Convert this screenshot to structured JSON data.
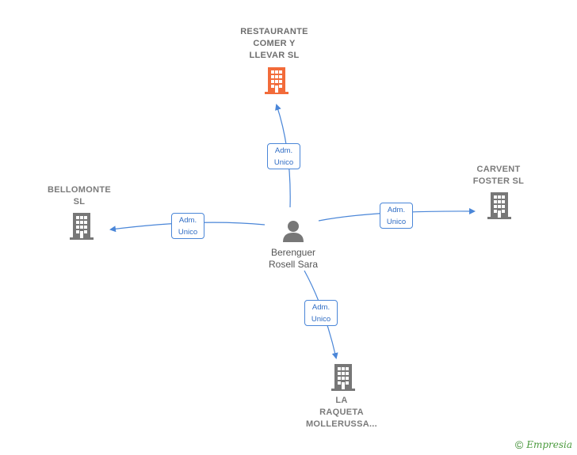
{
  "center": {
    "name_line1": "Berenguer",
    "name_line2": "Rosell Sara",
    "icon": "person-icon"
  },
  "companies": {
    "restaurante": {
      "lines": [
        "RESTAURANTE",
        "COMER Y",
        "LLEVAR  SL"
      ],
      "icon": "building-icon",
      "color": "#f26b3a"
    },
    "carvent": {
      "lines": [
        "CARVENT",
        "FOSTER SL"
      ],
      "icon": "building-icon",
      "color": "#777777"
    },
    "bellomonte": {
      "lines": [
        "BELLOMONTE",
        "SL"
      ],
      "icon": "building-icon",
      "color": "#777777"
    },
    "laraqueta": {
      "lines": [
        "LA",
        "RAQUETA",
        "MOLLERUSSA..."
      ],
      "icon": "building-icon",
      "color": "#777777"
    }
  },
  "relations": {
    "restaurante": {
      "line1": "Adm.",
      "line2": "Unico"
    },
    "carvent": {
      "line1": "Adm.",
      "line2": "Unico"
    },
    "bellomonte": {
      "line1": "Adm.",
      "line2": "Unico"
    },
    "laraqueta": {
      "line1": "Adm.",
      "line2": "Unico"
    }
  },
  "colors": {
    "edge": "#4a86d8"
  },
  "footer": {
    "copyright_symbol": "©",
    "brand": "Empresia"
  }
}
